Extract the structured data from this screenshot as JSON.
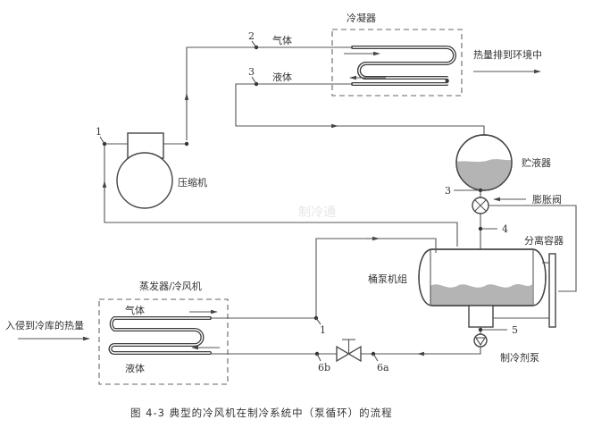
{
  "components": {
    "condenser": "冷凝器",
    "compressor": "压缩机",
    "receiver": "贮液器",
    "expansion_valve": "膨胀阀",
    "separator": "分离容器",
    "pump_unit": "桶泵机组",
    "refrigerant_pump": "制冷剂泵",
    "evaporator": "蒸发器/冷风机"
  },
  "labels": {
    "gas_top": "气体",
    "liquid_top": "液体",
    "gas_evap": "气体",
    "liquid_evap": "液体",
    "heat_out": "热量排到环境中",
    "heat_in": "入侵到冷库的热量"
  },
  "points": {
    "p1_top": "1",
    "p2": "2",
    "p3_top": "3",
    "p3_receiver": "3",
    "p4": "4",
    "p5": "5",
    "p1_bottom": "1",
    "p6a": "6a",
    "p6b": "6b"
  },
  "watermark": "制冷通",
  "caption": "图 4-3   典型的冷风机在制冷系统中（泵循环）的流程"
}
